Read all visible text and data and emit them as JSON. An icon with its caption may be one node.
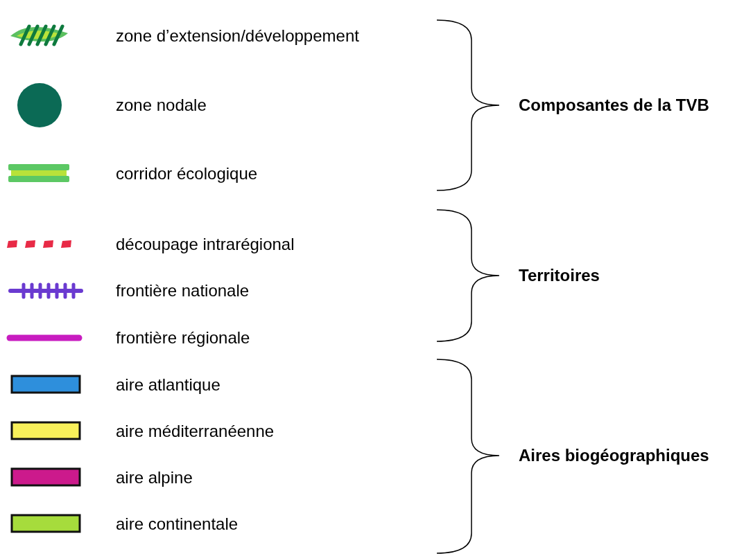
{
  "diagram": {
    "labels": [
      "Composantes de la TVB",
      "Territoires",
      "Aires biogéographiques"
    ],
    "legend": [
      {
        "text": "zone d’extension/développement"
      },
      {
        "text": "zone nodale"
      },
      {
        "text": "corridor écologique"
      },
      {
        "text": "découpage intrarégional"
      },
      {
        "text": "frontière nationale"
      },
      {
        "text": "frontière régionale"
      },
      {
        "text": "aire atlantique",
        "color": "#2e8fdc"
      },
      {
        "text": "aire méditerranéenne",
        "color": "#f8f05a"
      },
      {
        "text": "aire alpine",
        "color": "#cc1a8c"
      },
      {
        "text": "aire continentale",
        "color": "#a6dc3c"
      }
    ]
  }
}
